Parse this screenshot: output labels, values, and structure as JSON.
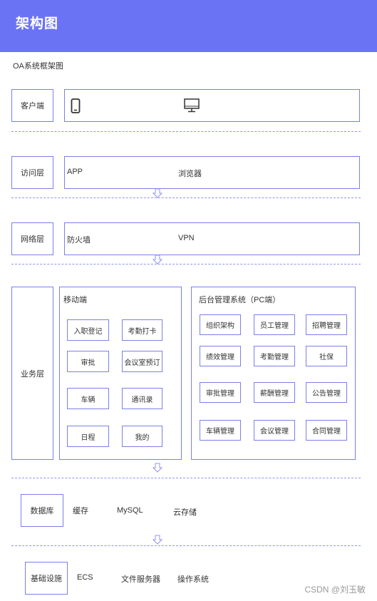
{
  "header": {
    "title": "架构图"
  },
  "subtitle": "OA系统框架图",
  "layers": {
    "client": {
      "label": "客户端",
      "icons": [
        "phone-icon",
        "monitor-icon"
      ]
    },
    "access": {
      "label": "访问层",
      "items": [
        "APP",
        "浏览器"
      ]
    },
    "network": {
      "label": "网络层",
      "items": [
        "防火墙",
        "VPN"
      ]
    },
    "business": {
      "label": "业务层",
      "mobile": {
        "title": "移动端",
        "items": [
          "入职登记",
          "考勤打卡",
          "审批",
          "会议室预订",
          "车辆",
          "通讯录",
          "日程",
          "我的"
        ]
      },
      "pc": {
        "title": "后台管理系统（PC端）",
        "items": [
          "组织架构",
          "员工管理",
          "招聘管理",
          "绩效管理",
          "考勤管理",
          "社保",
          "审批管理",
          "薪酬管理",
          "公告管理",
          "车辆管理",
          "会议管理",
          "合同管理"
        ]
      }
    },
    "data": {
      "label": "数据库",
      "items": [
        "缓存",
        "MySQL",
        "云存储"
      ]
    },
    "infra": {
      "label": "基础设施",
      "items": [
        "ECS",
        "文件服务器",
        "操作系统"
      ]
    }
  },
  "watermark": "CSDN @刘玉敏",
  "colors": {
    "header": "#6b73f5",
    "border": "#7a7fe8"
  }
}
